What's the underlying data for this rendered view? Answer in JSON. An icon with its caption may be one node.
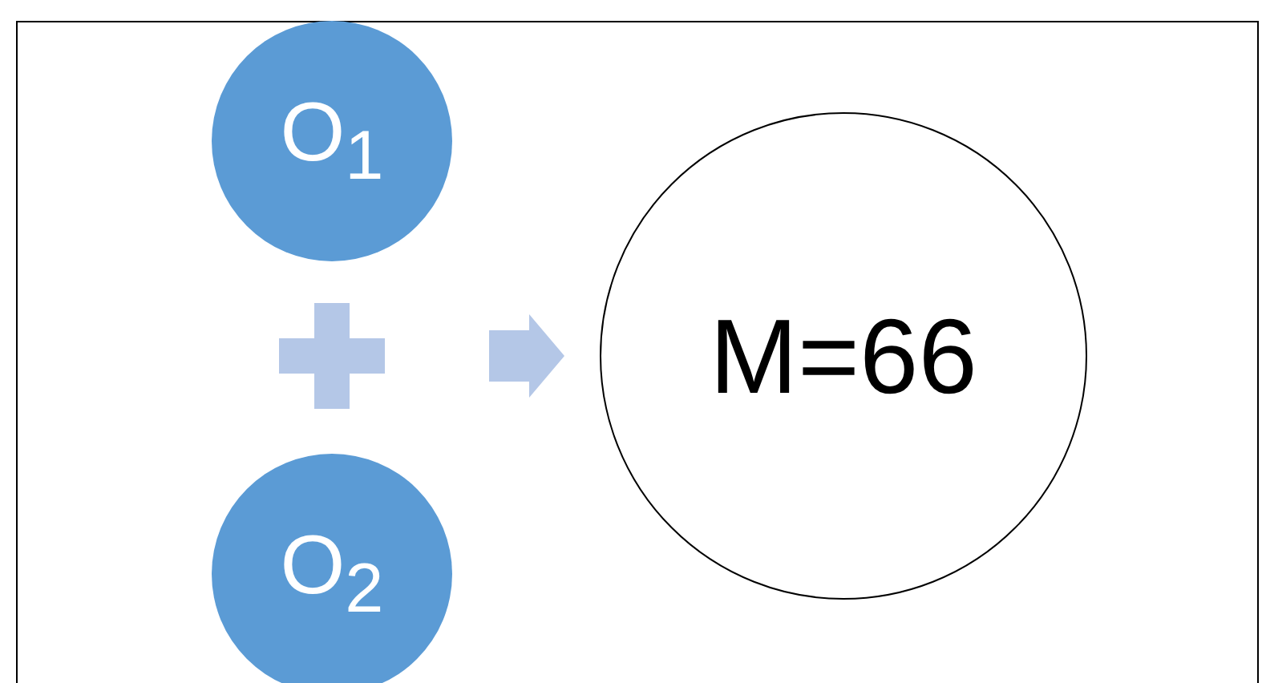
{
  "diagram": {
    "nodes": [
      {
        "text": [
          "O$_{1}$"
        ]
      },
      {
        "text": [
          "O$_{2}$"
        ]
      },
      {
        "text": [
          "M=66"
        ]
      }
    ],
    "edges": [
      {
        "from": 0,
        "to": 2,
        "arrow": "to",
        "color": "#b4c7e7"
      },
      {
        "from": 1,
        "to": 2,
        "arrow": "to",
        "color": "#b4c7e7"
      }
    ]
  }
}
